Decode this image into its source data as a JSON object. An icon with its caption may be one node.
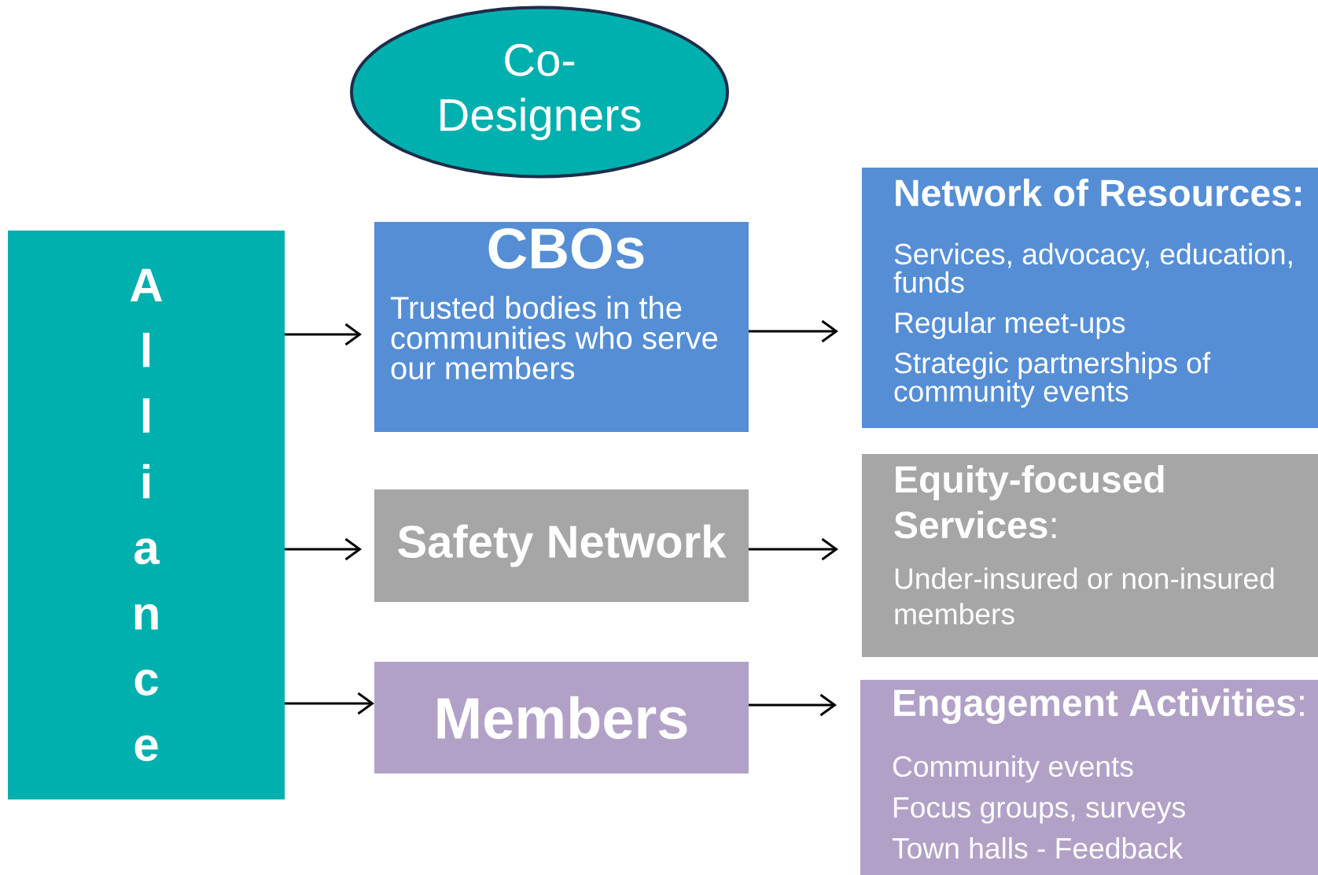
{
  "diagram": {
    "nodes": [
      {
        "text": [
          "Co- Designers"
        ]
      },
      {
        "text": [
          "A l l i a n c e"
        ]
      },
      {
        "text": [
          "CBOs",
          "Trusted bodies in the communities who serve our members"
        ]
      },
      {
        "text": [
          "Safety Network"
        ]
      },
      {
        "text": [
          "Members"
        ]
      },
      {
        "text": [
          "Network of Resources:",
          "Services, advocacy, education, funds",
          "Regular meet-ups",
          "Strategic partnerships of community events"
        ]
      },
      {
        "text": [
          "**Equity-focused Services**:",
          "Under-insured or non-insured members"
        ]
      },
      {
        "text": [
          "**Engagement Activities**:",
          "Community events",
          "Focus groups, surveys",
          "Town halls - Feedback"
        ]
      }
    ],
    "edges": [
      {
        "from": 1,
        "to": 2,
        "arrow": "to"
      },
      {
        "from": 1,
        "to": 3,
        "arrow": "to"
      },
      {
        "from": 1,
        "to": 4,
        "arrow": "to"
      },
      {
        "from": 2,
        "to": 5,
        "arrow": "to"
      },
      {
        "from": 3,
        "to": 6,
        "arrow": "to"
      },
      {
        "from": 4,
        "to": 7,
        "arrow": "to"
      }
    ]
  }
}
